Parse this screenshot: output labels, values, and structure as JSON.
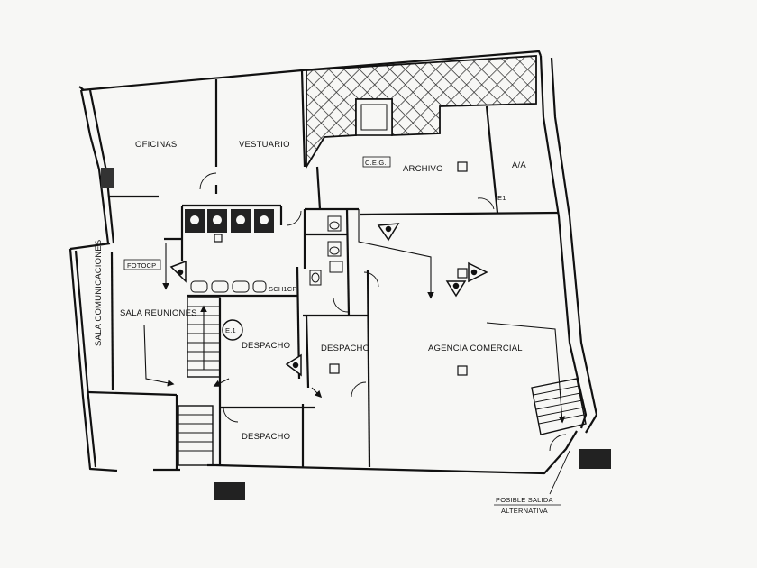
{
  "rooms": {
    "oficinas": "OFICINAS",
    "vestuario": "VESTUARIO",
    "archivo": "ARCHIVO",
    "aa": "A/A",
    "ceg": "C.E.G.",
    "fotocp": "FOTOCP",
    "sala_reuniones": "SALA REUNIONES",
    "sala_comunicaciones": "SALA COMUNICACIONES",
    "despacho_1": "DESPACHO",
    "despacho_2": "DESPACHO",
    "despacho_3": "DESPACHO",
    "agencia_comercial": "AGENCIA COMERCIAL",
    "e1_circle": "E.1",
    "e1_small": "E1",
    "small_tag": "SCH1CP",
    "exit_note_line1": "POSIBLE SALIDA",
    "exit_note_line2": "ALTERNATIVA"
  },
  "symbols": [
    "fire-extinguisher-icon",
    "emergency-light-icon",
    "escape-route-arrow",
    "stair-flight"
  ]
}
